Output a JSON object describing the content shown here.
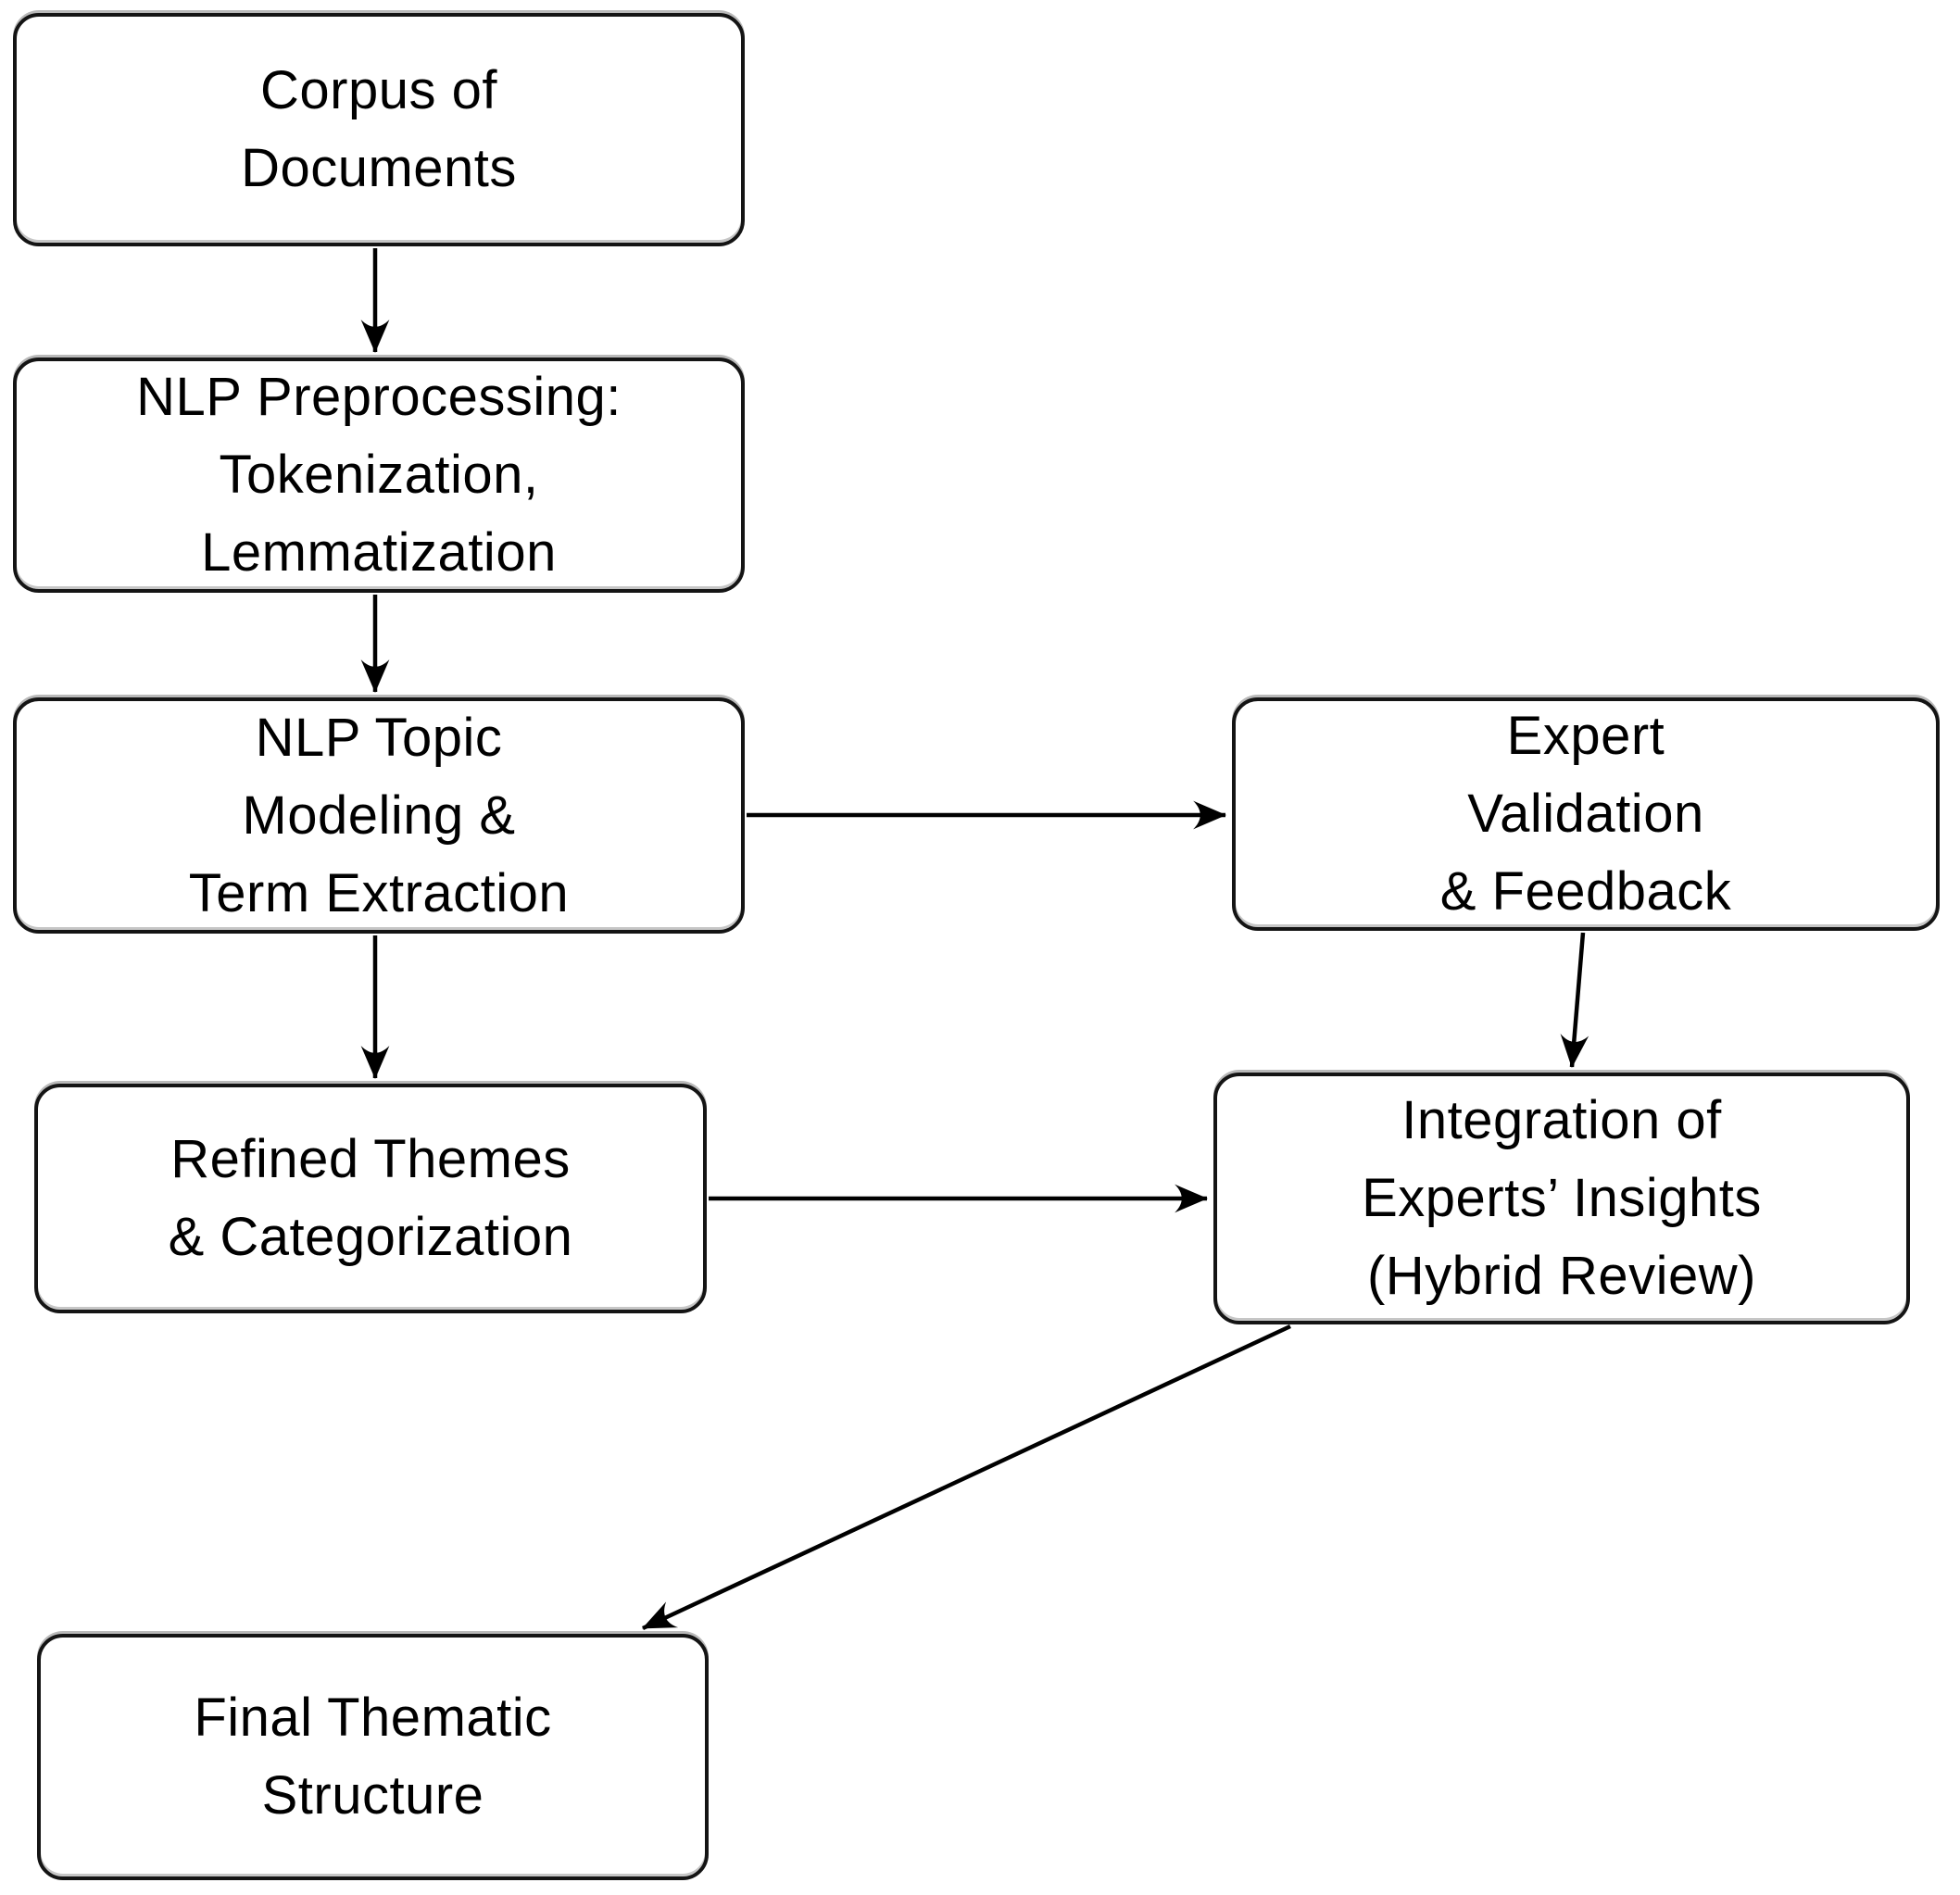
{
  "diagram": {
    "title": "NLP thematic analysis workflow flowchart",
    "background_color": "#ffffff",
    "box_fill_color": "#ffffff",
    "stroke_color": "#000000",
    "text_color": "#000000",
    "nodes": {
      "corpus": {
        "lines": [
          "Corpus of",
          "Documents"
        ]
      },
      "preprocessing": {
        "lines": [
          "NLP Preprocessing:",
          "Tokenization,",
          "Lemmatization"
        ]
      },
      "topic_modeling": {
        "lines": [
          "NLP Topic",
          "Modeling &",
          "Term Extraction"
        ]
      },
      "refined_themes": {
        "lines": [
          "Refined Themes",
          "& Categorization"
        ]
      },
      "expert_validation": {
        "lines": [
          "Expert",
          "Validation",
          "& Feedback"
        ]
      },
      "integration": {
        "lines": [
          "Integration of",
          "Experts’ Insights",
          "(Hybrid Review)"
        ]
      },
      "final_structure": {
        "lines": [
          "Final Thematic",
          "Structure"
        ]
      }
    },
    "edges": [
      {
        "from": "corpus",
        "to": "preprocessing",
        "direction": "down"
      },
      {
        "from": "preprocessing",
        "to": "topic_modeling",
        "direction": "down"
      },
      {
        "from": "topic_modeling",
        "to": "expert_validation",
        "direction": "right"
      },
      {
        "from": "topic_modeling",
        "to": "refined_themes",
        "direction": "down"
      },
      {
        "from": "expert_validation",
        "to": "integration",
        "direction": "down"
      },
      {
        "from": "refined_themes",
        "to": "integration",
        "direction": "right"
      },
      {
        "from": "integration",
        "to": "final_structure",
        "direction": "down-left"
      }
    ]
  }
}
